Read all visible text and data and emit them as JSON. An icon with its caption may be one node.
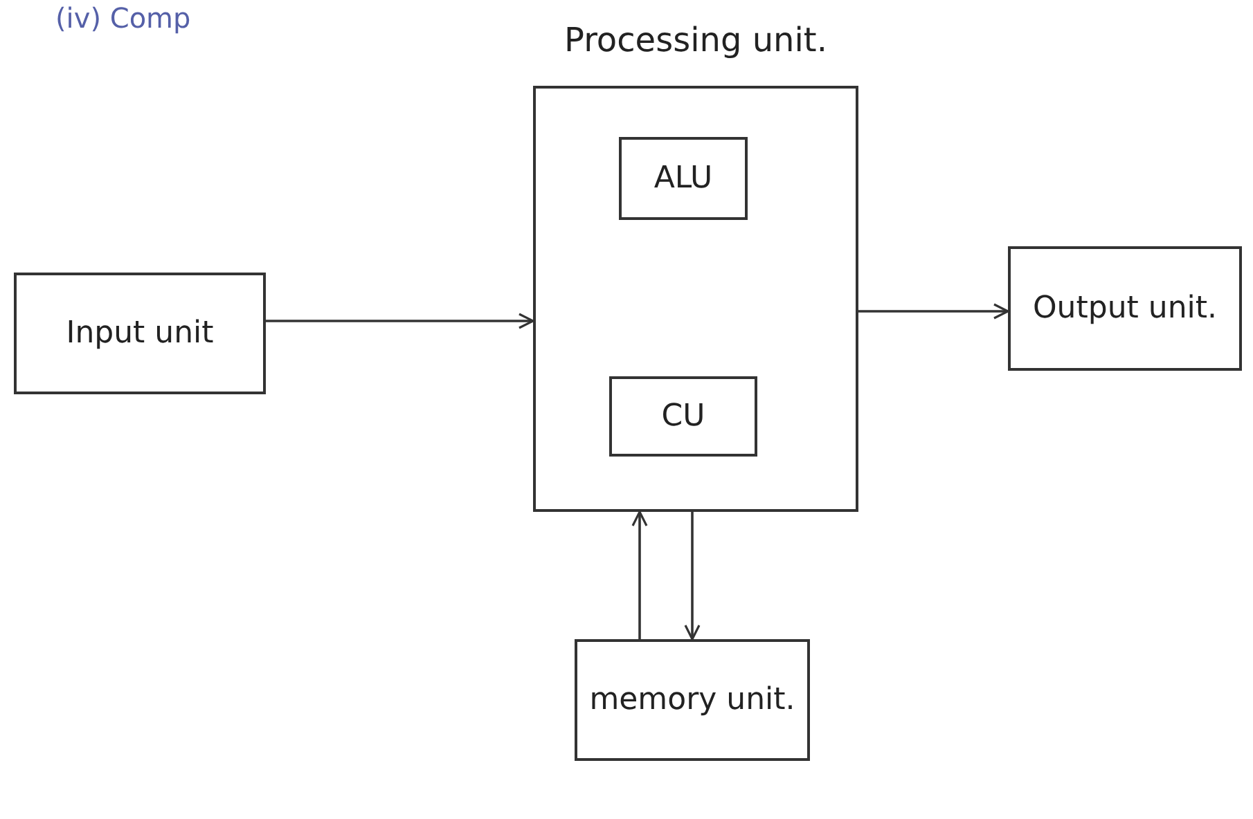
{
  "diagram": {
    "nodes": [
      {
        "text": [
          "Processing unit."
        ]
      },
      {
        "text": [
          "ALU"
        ],
        "in": 0
      },
      {
        "text": [
          "CU"
        ],
        "in": 0
      },
      {
        "text": [
          "Input unit"
        ]
      },
      {
        "text": [
          "Output unit."
        ]
      },
      {
        "text": [
          "memory unit."
        ]
      }
    ],
    "edges": [
      {
        "from": 3,
        "to": 0,
        "arrow": "to"
      },
      {
        "from": 0,
        "to": 4,
        "arrow": "to"
      },
      {
        "from": 5,
        "to": 0,
        "arrow": "to"
      },
      {
        "from": 0,
        "to": 5,
        "arrow": "to"
      }
    ],
    "labels": [
      "(iv) Comp"
    ]
  }
}
